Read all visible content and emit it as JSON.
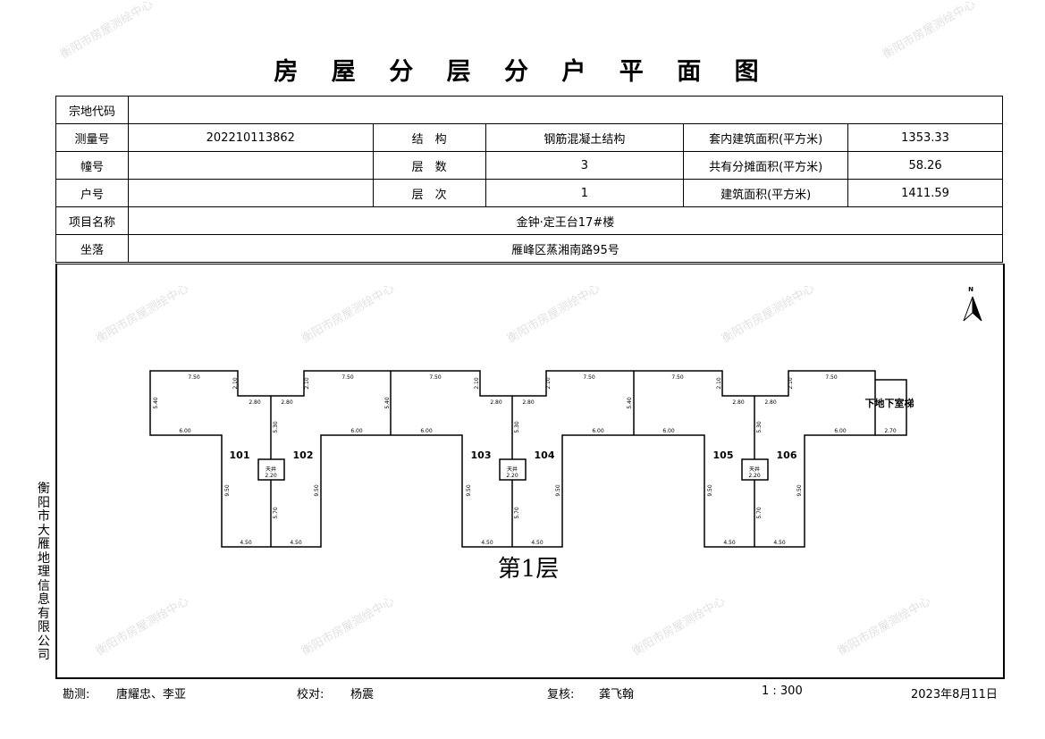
{
  "title": "房 屋 分 层 分 户 平 面 图",
  "watermark": "衡阳市房屋测绘中心",
  "table": {
    "parcel_code_label": "宗地代码",
    "parcel_code": "",
    "survey_no_label": "测量号",
    "survey_no": "202210113862",
    "structure_label": "结　构",
    "structure": "钢筋混凝土结构",
    "inner_area_label": "套内建筑面积(平方米)",
    "inner_area": "1353.33",
    "building_no_label": "幢号",
    "building_no": "",
    "floors_label": "层　数",
    "floors": "3",
    "shared_area_label": "共有分摊面积(平方米)",
    "shared_area": "58.26",
    "unit_no_label": "户号",
    "unit_no": "",
    "floor_label": "层　次",
    "floor": "1",
    "total_area_label": "建筑面积(平方米)",
    "total_area": "1411.59",
    "project_label": "项目名称",
    "project": "金钟·定王台17#楼",
    "location_label": "坐落",
    "location": "雁峰区蒸湘南路95号"
  },
  "plan": {
    "north": "N",
    "floor_caption": "第1层",
    "units": [
      "101",
      "102",
      "103",
      "104",
      "105",
      "106"
    ],
    "well_label": "天井",
    "well_dim": "2.20",
    "stair_label": "下地下室梯",
    "dims": {
      "top": "7.50",
      "notch_h": "2.10",
      "notch_w": "2.80",
      "side": "5.40",
      "step": "6.00",
      "center_upper": "5.30",
      "center_lower": "5.70",
      "wing": "9.50",
      "bottom": "4.50",
      "stair_w": "2.70"
    }
  },
  "company": "衡阳市大雁地理信息有限公司",
  "footer": {
    "survey_label": "勘测:",
    "surveyors": "唐耀忠、李亚",
    "check_label": "校对:",
    "checker": "杨震",
    "review_label": "复核:",
    "reviewer": "龚飞翰",
    "scale": "1 : 300",
    "date": "2023年8月11日"
  }
}
